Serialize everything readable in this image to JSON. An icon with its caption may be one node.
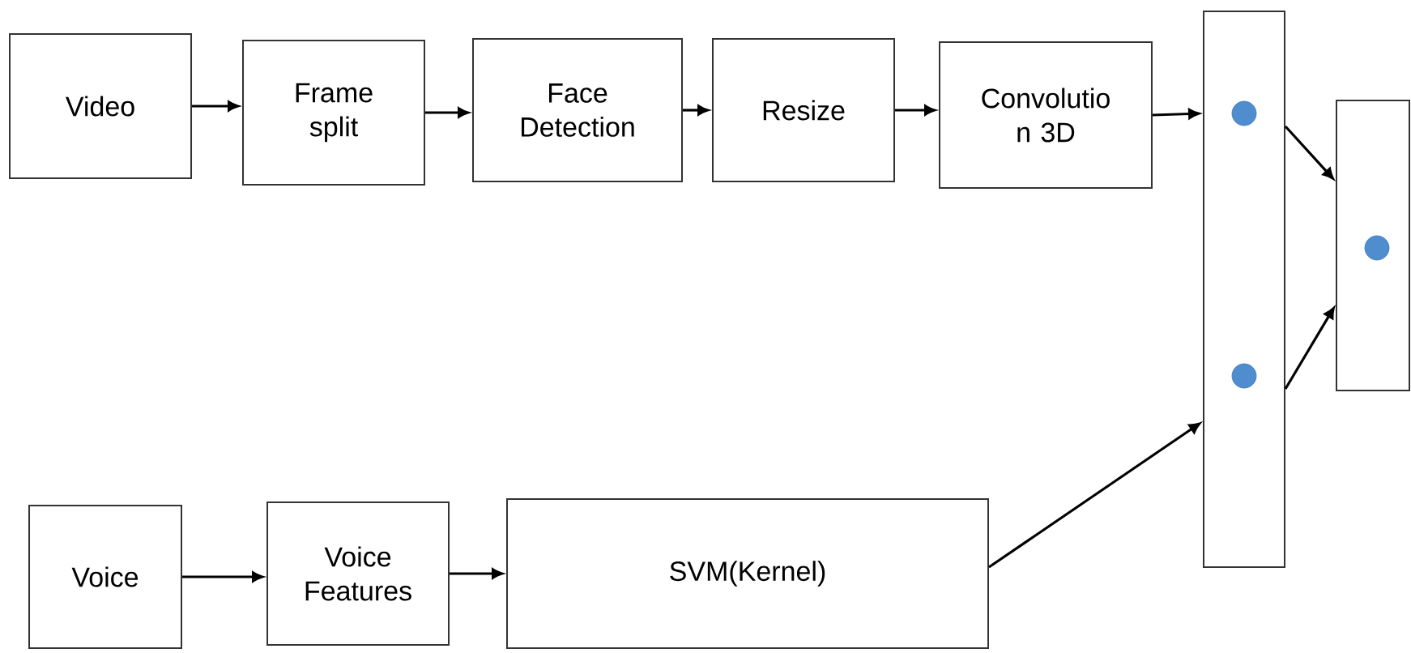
{
  "diagram": {
    "nodes": [
      {
        "text": [
          "Video"
        ]
      },
      {
        "text": [
          "Frame split"
        ]
      },
      {
        "text": [
          "Face Detection"
        ]
      },
      {
        "text": [
          "Resize"
        ]
      },
      {
        "text": [
          "Convolutio n 3D"
        ]
      },
      {
        "text": [],
        "shape": "box"
      },
      {
        "text": [],
        "shape": "circle",
        "in": 5
      },
      {
        "text": [],
        "shape": "circle",
        "in": 5
      },
      {
        "text": [],
        "shape": "box"
      },
      {
        "text": [],
        "shape": "circle",
        "in": 8
      },
      {
        "text": [
          "Voice"
        ]
      },
      {
        "text": [
          "Voice Features"
        ]
      },
      {
        "text": [
          "SVM(Kernel)"
        ]
      }
    ],
    "edges": [
      {
        "from": 0,
        "to": 1,
        "arrow": "to"
      },
      {
        "from": 1,
        "to": 2,
        "arrow": "to"
      },
      {
        "from": 2,
        "to": 3,
        "arrow": "to"
      },
      {
        "from": 3,
        "to": 4,
        "arrow": "to"
      },
      {
        "from": 4,
        "to": 5,
        "arrow": "to"
      },
      {
        "from": 5,
        "to": 8,
        "arrow": "to"
      },
      {
        "from": 5,
        "to": 8,
        "arrow": "to"
      },
      {
        "from": 10,
        "to": 11,
        "arrow": "to"
      },
      {
        "from": 11,
        "to": 12,
        "arrow": "to"
      },
      {
        "from": 12,
        "to": 5,
        "arrow": "to"
      }
    ]
  }
}
